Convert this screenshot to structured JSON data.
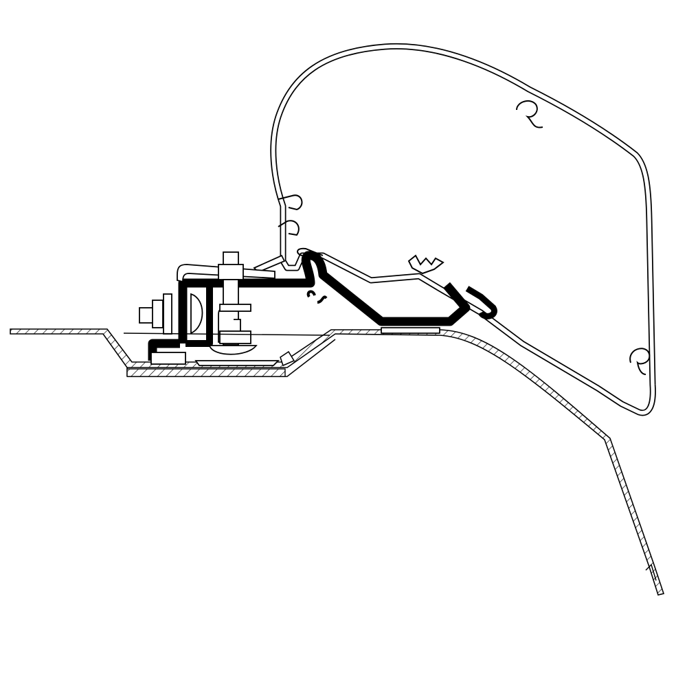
{
  "drawing": {
    "colors": {
      "background": "#ffffff",
      "line": "#000000",
      "profile_fill": "#000000"
    },
    "parts": [
      "awning-cassette-profile",
      "adapter-bracket",
      "vehicle-roof-panel",
      "mounting-bolt",
      "clamp"
    ]
  }
}
